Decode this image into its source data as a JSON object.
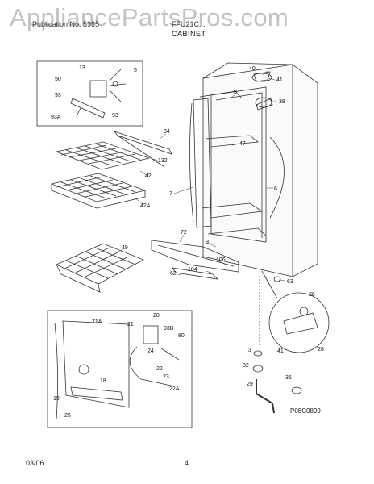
{
  "header": {
    "publication": "Publication No: 5995",
    "model": "FFU21C...",
    "section": "CABINET"
  },
  "watermark": "AppliancePartsPros.com",
  "footer": {
    "date": "03/06",
    "page": "4"
  },
  "drawing_code": "P08C0899",
  "labels": {
    "l40": "40",
    "l41a": "41",
    "l38": "38",
    "l9a": "9",
    "l47": "47",
    "l6": "6",
    "l7": "7",
    "l34": "34",
    "l132": "132",
    "l42": "42",
    "l42A": "42A",
    "l13": "13",
    "l5": "5",
    "l50": "50",
    "l93a": "93",
    "l93A": "93A",
    "l93b": "93",
    "l49": "49",
    "l72": "72",
    "l9b": "9",
    "l106": "106",
    "l104": "104",
    "l62": "62",
    "l63": "63",
    "l26": "26",
    "l41b": "41",
    "l28": "28",
    "l71A": "71A",
    "l20": "20",
    "l21": "21",
    "l93B": "93B",
    "l80": "80",
    "l24": "24",
    "l22": "22",
    "l23": "23",
    "l18": "18",
    "l19": "19",
    "l22A": "22A",
    "l25": "25",
    "l3": "3",
    "l32": "32",
    "l29": "29",
    "l35": "35"
  }
}
